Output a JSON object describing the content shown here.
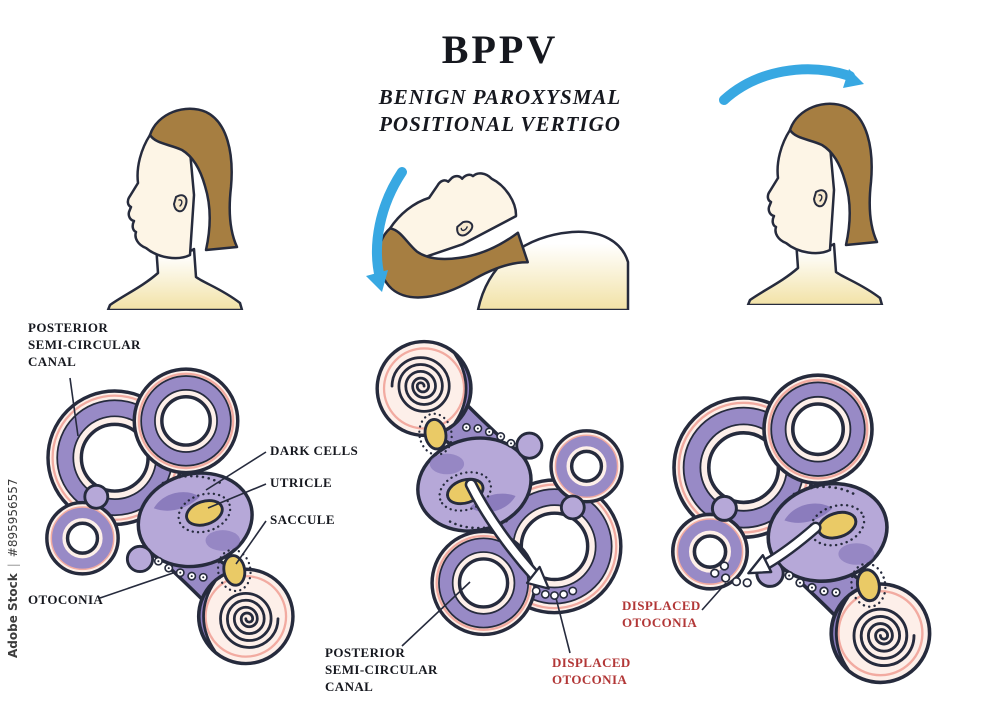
{
  "page": {
    "title": "BPPV",
    "subtitle_line1": "BENIGN PAROXYSMAL",
    "subtitle_line2": "POSITIONAL VERTIGO"
  },
  "watermark": {
    "brand": "Adobe Stock",
    "sep": "|",
    "id": "#895956557"
  },
  "colors": {
    "arrow_blue": "#38a8e2",
    "label_red": "#b23737",
    "outline_dark": "#262b3d",
    "canal_purple": "#988ac6",
    "vestibule_lavender": "#b6a8d8",
    "otoconia_yellow": "#eaca66",
    "hair_brown": "#a67e41",
    "pink_light": "#fdefe9"
  },
  "icons": {
    "head_tilt_back_arrow": "curved-arrow-down",
    "head_tilt_up_arrow": "curved-arrow-right",
    "otoconia_flow_arrow": "white-curved-arrow"
  },
  "diagram_left": {
    "label_canal": "POSTERIOR\nSEMI-CIRCULAR\nCANAL",
    "label_dark_cells": "DARK CELLS",
    "label_utricle": "UTRICLE",
    "label_saccule": "SACCULE",
    "label_otoconia": "OTOCONIA"
  },
  "diagram_middle": {
    "label_canal": "POSTERIOR\nSEMI-CIRCULAR\nCANAL",
    "label_displaced": "DISPLACED\nOTOCONIA"
  },
  "diagram_right": {
    "label_displaced": "DISPLACED\nOTOCONIA"
  }
}
